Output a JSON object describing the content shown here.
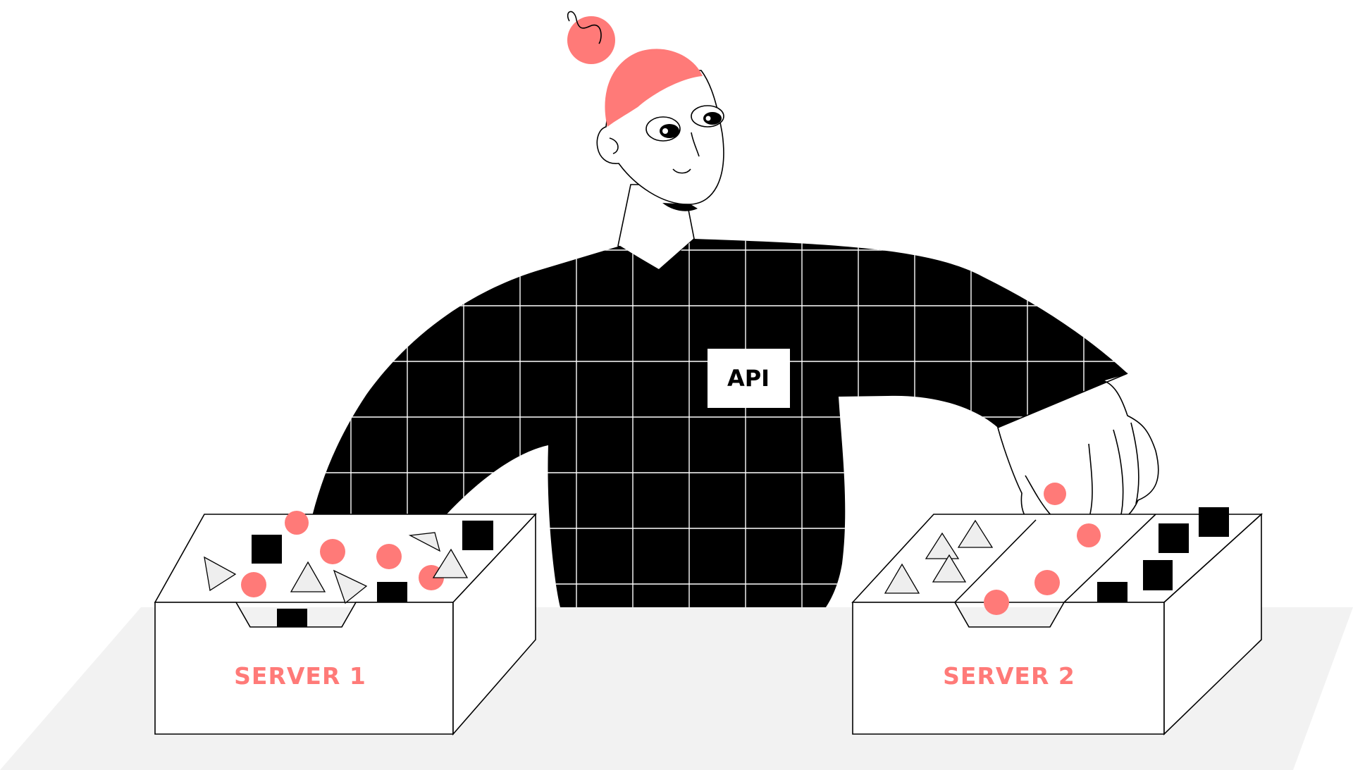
{
  "illustration": {
    "badge_text": "API",
    "server_left_label": "SERVER 1",
    "server_right_label": "SERVER 2"
  },
  "colors": {
    "accent": "#ff7a78",
    "ink": "#000000",
    "floor": "#f2f2f2",
    "paper": "#ffffff",
    "triangle_fill": "#eeeeee"
  }
}
